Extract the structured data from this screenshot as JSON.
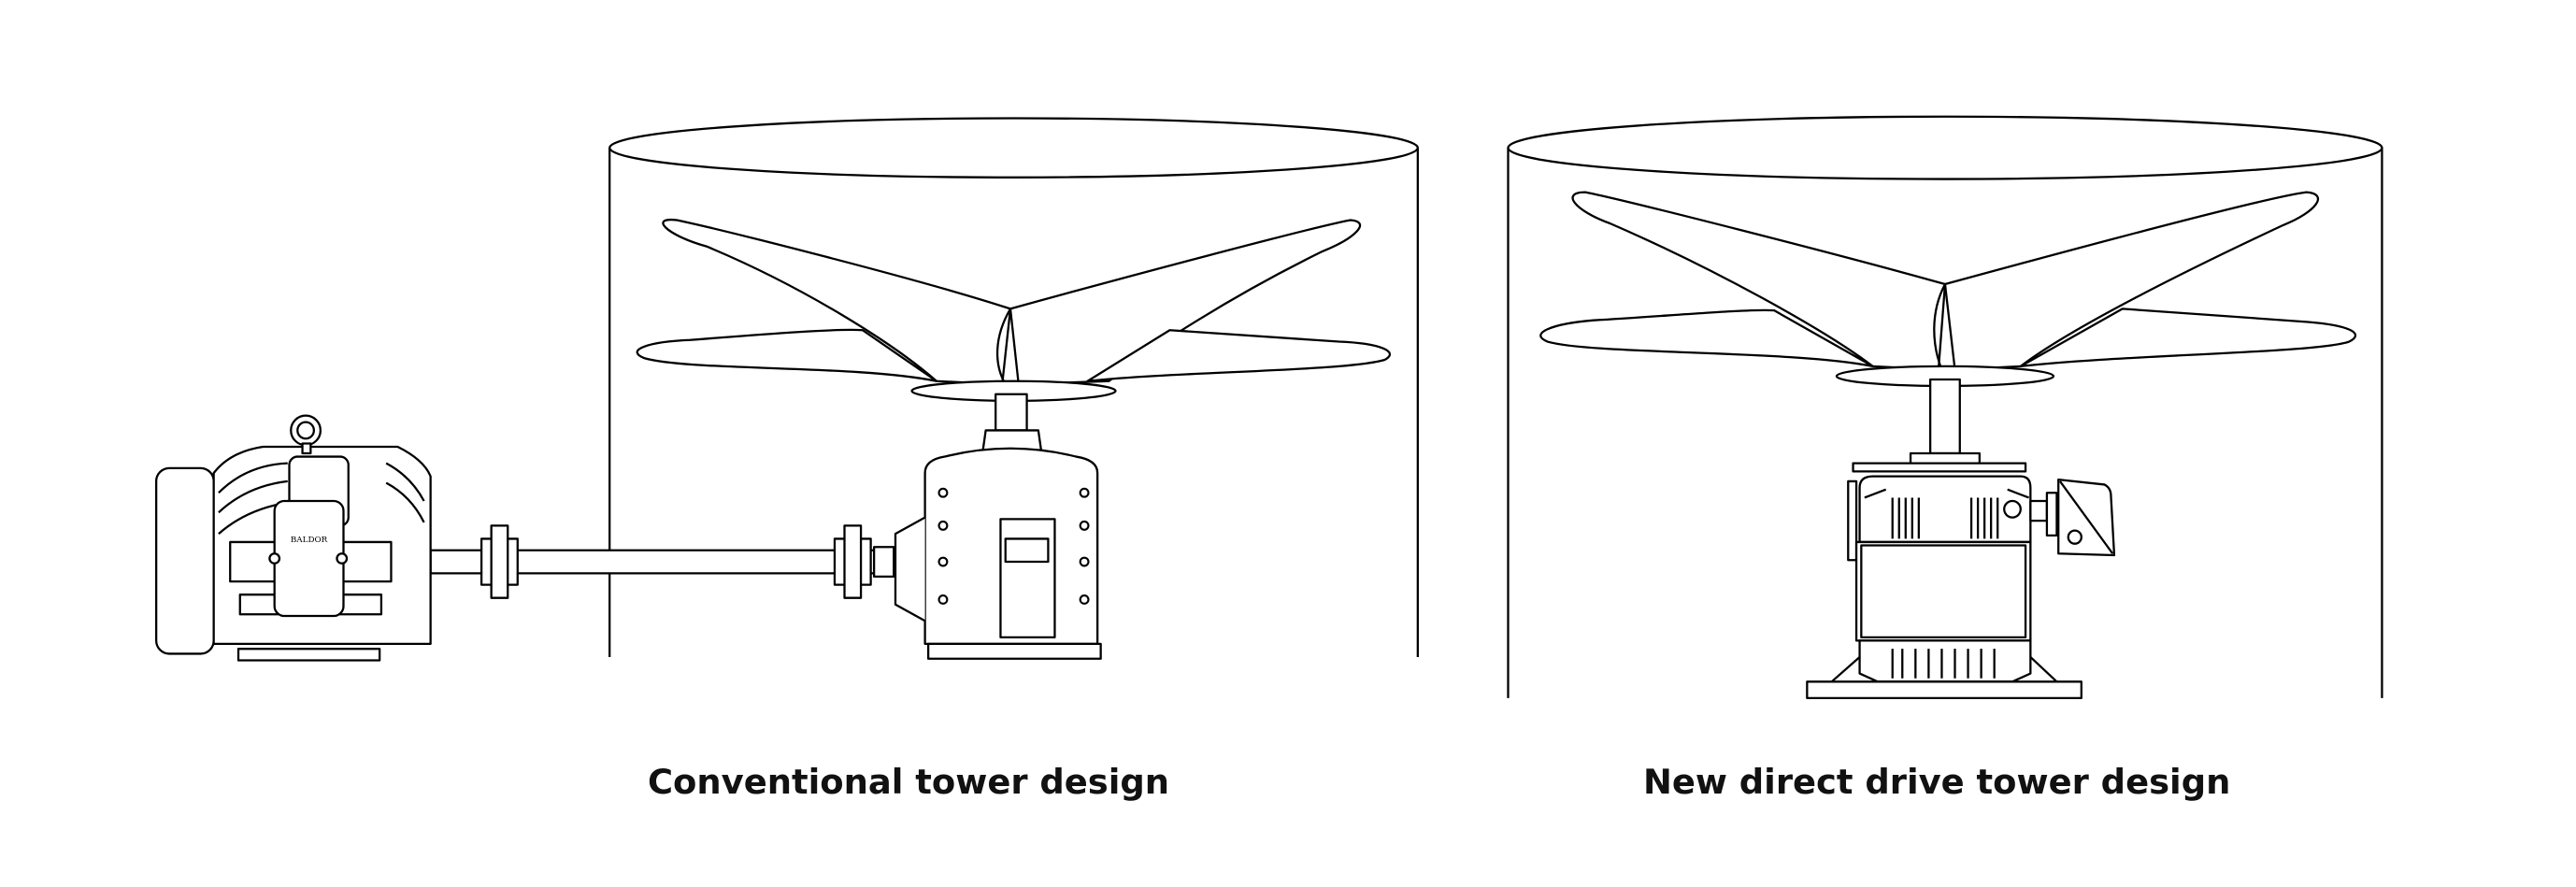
{
  "diagrams": [
    {
      "caption": "Conventional tower design",
      "motor_brand": "BALDOR"
    },
    {
      "caption": "New direct drive tower design"
    }
  ],
  "colors": {
    "line": "#000000",
    "background": "#ffffff",
    "text": "#111111"
  }
}
